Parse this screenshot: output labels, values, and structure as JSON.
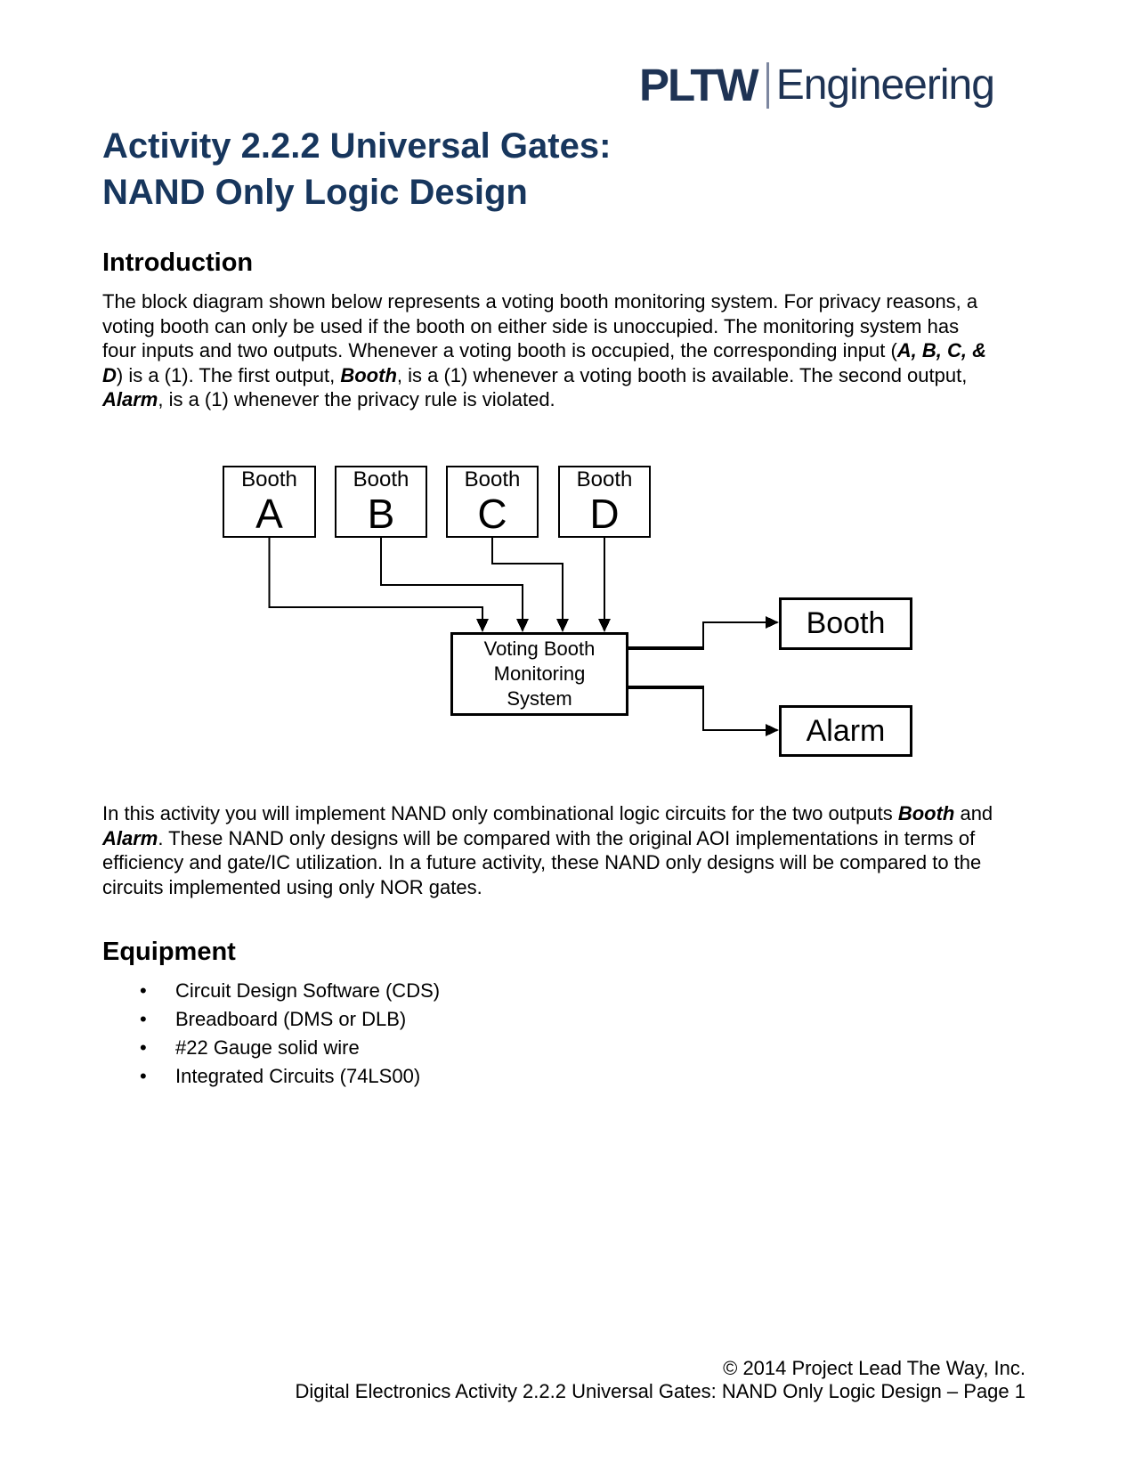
{
  "logo": {
    "pltw": "PLTW",
    "division": "Engineering"
  },
  "title": {
    "line1": "Activity 2.2.2 Universal Gates:",
    "line2": "NAND Only Logic Design"
  },
  "intro": {
    "heading": "Introduction",
    "paragraph": [
      {
        "t": "The block diagram shown below represents a voting booth monitoring system. For privacy reasons, a voting booth can only be used if the booth on either side is unoccupied. The monitoring system has four inputs and two outputs. Whenever a voting booth is occupied, the corresponding input ("
      },
      {
        "t": "A, B, C, & D",
        "em": true
      },
      {
        "t": ") is a (1). The first output, "
      },
      {
        "t": "Booth",
        "em": true
      },
      {
        "t": ", is a (1) whenever a voting booth is available. The second output, "
      },
      {
        "t": "Alarm",
        "em": true
      },
      {
        "t": ", is a (1) whenever the privacy rule is violated."
      }
    ]
  },
  "activity_paragraph": [
    {
      "t": "In this activity you will implement NAND only combinational logic circuits for the two outputs "
    },
    {
      "t": "Booth",
      "em": true
    },
    {
      "t": " and "
    },
    {
      "t": "Alarm",
      "em": true
    },
    {
      "t": ". These NAND only designs will be compared with the original AOI implementations in terms of efficiency and gate/IC utilization. In a future activity, these NAND only designs will be compared to the circuits implemented using only NOR gates."
    }
  ],
  "equipment": {
    "heading": "Equipment",
    "bullet": "•",
    "items": [
      "Circuit Design Software (CDS)",
      "Breadboard (DMS or DLB)",
      "#22 Gauge solid wire",
      "Integrated Circuits (74LS00)"
    ]
  },
  "diagram": {
    "inputs": [
      {
        "top": "Booth",
        "letter": "A"
      },
      {
        "top": "Booth",
        "letter": "B"
      },
      {
        "top": "Booth",
        "letter": "C"
      },
      {
        "top": "Booth",
        "letter": "D"
      }
    ],
    "process": {
      "line1": "Voting Booth",
      "line2": "Monitoring",
      "line3": "System"
    },
    "outputs": [
      {
        "label": "Booth"
      },
      {
        "label": "Alarm"
      }
    ]
  },
  "footer": {
    "line1": "© 2014 Project Lead The Way, Inc.",
    "line2": "Digital Electronics Activity 2.2.2 Universal Gates: NAND Only Logic Design – Page 1"
  },
  "colors": {
    "title_navy": "#17365d",
    "logo_navy": "#1e3354",
    "text": "#000000",
    "line": "#000000"
  }
}
